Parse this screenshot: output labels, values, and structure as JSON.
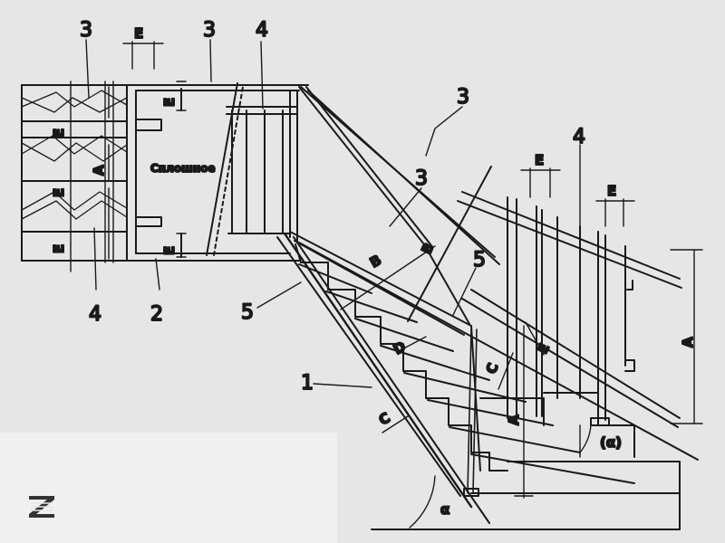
{
  "labels": {
    "n1": "1",
    "n2": "2",
    "n3": "3",
    "n4": "4",
    "n5": "5",
    "A": "A",
    "B": "B",
    "C": "C",
    "D": "D",
    "E": "E",
    "alpha": "α",
    "alpha_paren": "(α)",
    "solid": "Сплошное"
  },
  "logo": {
    "name": "Z-logo"
  },
  "colors": {
    "ink": "#1a1a1a",
    "paper": "#e6e6e6",
    "hatch": "#222222"
  }
}
